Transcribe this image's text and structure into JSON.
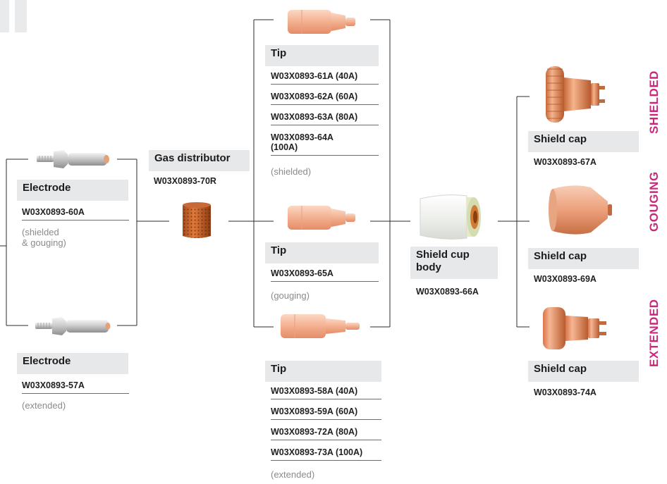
{
  "electrode_1": {
    "title": "Electrode",
    "part_number": "W03X0893-60A",
    "note": "(shielded\n& gouging)",
    "image": "electrode-shielded-gouging-image"
  },
  "electrode_2": {
    "title": "Electrode",
    "part_number": "W03X0893-57A",
    "note": "(extended)",
    "image": "electrode-extended-image"
  },
  "gas_distributor": {
    "title": "Gas distributor",
    "part_number": "W03X0893-70R",
    "image": "gas-distributor-image"
  },
  "tip_shielded": {
    "title": "Tip",
    "part_numbers": [
      "W03X0893-61A (40A)",
      "W03X0893-62A (60A)",
      "W03X0893-63A (80A)",
      "W03X0893-64A\n(100A)"
    ],
    "note": "(shielded)"
  },
  "tip_gouging": {
    "title": "Tip",
    "part_numbers": [
      "W03X0893-65A"
    ],
    "note": "(gouging)"
  },
  "tip_extended": {
    "title": "Tip",
    "part_numbers": [
      "W03X0893-58A (40A)",
      "W03X0893-59A (60A)",
      "W03X0893-72A (80A)",
      "W03X0893-73A (100A)"
    ],
    "note": "(extended)"
  },
  "shield_cup_body": {
    "title": "Shield cup\nbody",
    "part_number": "W03X0893-66A"
  },
  "shield_caps": [
    {
      "title": "Shield cap",
      "part_number": "W03X0893-67A",
      "category": "SHIELDED"
    },
    {
      "title": "Shield cap",
      "part_number": "W03X0893-69A",
      "category": "GOUGING"
    },
    {
      "title": "Shield cap",
      "part_number": "W03X0893-74A",
      "category": "EXTENDED"
    }
  ],
  "colors": {
    "title_bg": "#e7e8ea",
    "category_label": "#c8287c",
    "copper": "#e8a07a",
    "note_text": "#8b8b8b"
  }
}
